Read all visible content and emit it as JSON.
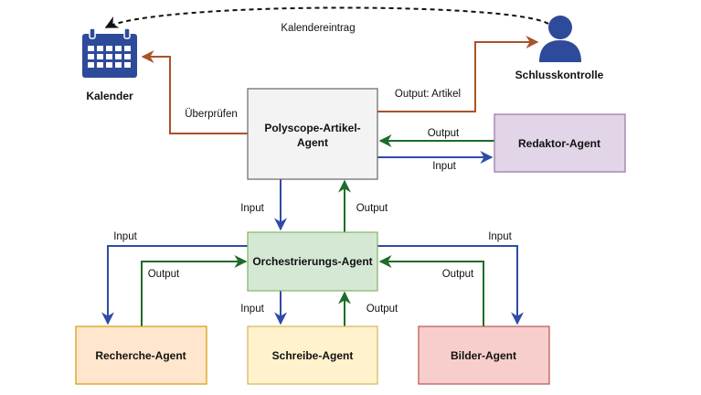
{
  "colors": {
    "input": "#2f4ba8",
    "output": "#1f6b2a",
    "external": "#a9532a",
    "icon": "#2e4a9a",
    "dashed": "#111111"
  },
  "nodes": {
    "polyscope": {
      "line1": "Polyscope-Artikel-",
      "line2": "Agent",
      "fill": "#f3f3f3",
      "stroke": "#666666"
    },
    "redaktor": {
      "label": "Redaktor-Agent",
      "fill": "#e1d5e7",
      "stroke": "#9673a6"
    },
    "orchestrierung": {
      "label": "Orchestrierungs-Agent",
      "fill": "#d5e8d4",
      "stroke": "#82b366"
    },
    "recherche": {
      "label": "Recherche-Agent",
      "fill": "#ffe6cc",
      "stroke": "#d79b00"
    },
    "schreibe": {
      "label": "Schreibe-Agent",
      "fill": "#fff2cc",
      "stroke": "#d6b656"
    },
    "bilder": {
      "label": "Bilder-Agent",
      "fill": "#f8cecc",
      "stroke": "#b85450"
    }
  },
  "external": {
    "kalender": {
      "label": "Kalender",
      "icon": "calendar-icon"
    },
    "schlusskontrolle": {
      "label": "Schlusskontrolle",
      "icon": "user-icon"
    }
  },
  "edge_labels": {
    "kalendereintrag": "Kalendereintrag",
    "ueberpruefen": "Überprüfen",
    "output_artikel": "Output: Artikel",
    "redaktor_output": "Output",
    "redaktor_input": "Input",
    "poly_input": "Input",
    "poly_output": "Output",
    "recherche_input": "Input",
    "recherche_output": "Output",
    "schreibe_input": "Input",
    "schreibe_output": "Output",
    "bilder_input": "Input",
    "bilder_output": "Output"
  }
}
